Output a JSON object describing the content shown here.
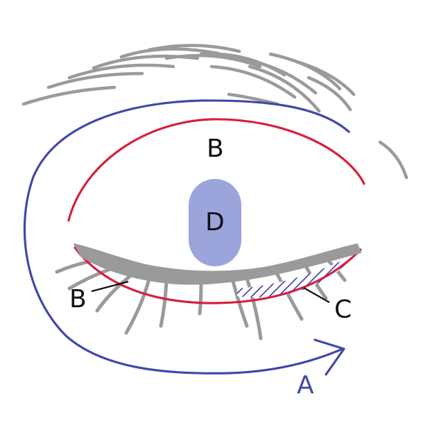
{
  "labels": {
    "a": "A",
    "b_upper": "B",
    "b_lower": "B",
    "c": "C",
    "d": "D"
  },
  "colors": {
    "outline_blue": "#4048a8",
    "eyelid_red": "#d4203e",
    "lash_gray": "#9a9a9a",
    "pupil_fill": "#9ca4dc",
    "hatch_blue": "#4048a8",
    "label_black": "#111111",
    "background": "#ffffff"
  }
}
